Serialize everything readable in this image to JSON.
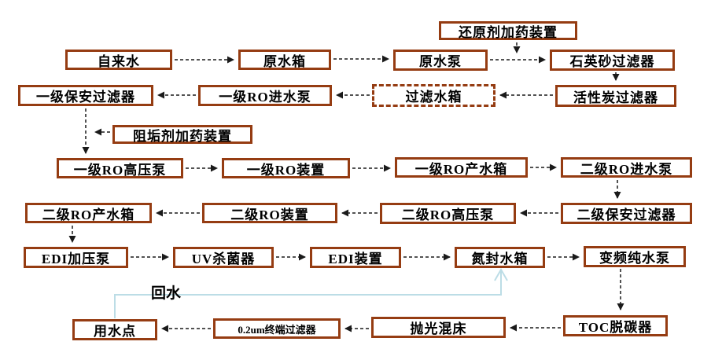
{
  "diagram": {
    "name": "water-treatment-process-flowchart",
    "return_line_label": "回水",
    "colors": {
      "box_border": "#953c12",
      "arrow": "#1a1a1a",
      "return_line": "#bcdde6",
      "text": "#000000",
      "background": "#ffffff"
    },
    "nodes": [
      {
        "id": "tap-water",
        "label": "自来水"
      },
      {
        "id": "raw-water-tank",
        "label": "原水箱"
      },
      {
        "id": "raw-water-pump",
        "label": "原水泵"
      },
      {
        "id": "quartz-sand-filter",
        "label": "石英砂过滤器"
      },
      {
        "id": "reducing-agent-dosing-device",
        "label": "还原剂加药装置"
      },
      {
        "id": "stage1-security-filter",
        "label": "一级保安过滤器"
      },
      {
        "id": "stage1-ro-feed-pump",
        "label": "一级RO进水泵"
      },
      {
        "id": "filtered-water-tank",
        "label": "过滤水箱"
      },
      {
        "id": "activated-carbon-filter",
        "label": "活性炭过滤器"
      },
      {
        "id": "antiscalant-dosing-device",
        "label": "阻垢剂加药装置"
      },
      {
        "id": "stage1-ro-high-pressure-pump",
        "label": "一级RO高压泵"
      },
      {
        "id": "stage1-ro-unit",
        "label": "一级RO装置"
      },
      {
        "id": "stage1-ro-product-tank",
        "label": "一级RO产水箱"
      },
      {
        "id": "stage2-ro-feed-pump",
        "label": "二级RO进水泵"
      },
      {
        "id": "stage2-ro-product-tank",
        "label": "二级RO产水箱"
      },
      {
        "id": "stage2-ro-unit",
        "label": "二级RO装置"
      },
      {
        "id": "stage2-ro-high-pressure-pump",
        "label": "二级RO高压泵"
      },
      {
        "id": "stage2-security-filter",
        "label": "二级保安过滤器"
      },
      {
        "id": "edi-boost-pump",
        "label": "EDI加压泵"
      },
      {
        "id": "uv-sterilizer",
        "label": "UV杀菌器"
      },
      {
        "id": "edi-unit",
        "label": "EDI装置"
      },
      {
        "id": "nitrogen-sealed-tank",
        "label": "氮封水箱"
      },
      {
        "id": "vfd-pure-water-pump",
        "label": "变频纯水泵"
      },
      {
        "id": "use-point",
        "label": "用水点"
      },
      {
        "id": "terminal-filter-02um",
        "label": "0.2um终端过滤器"
      },
      {
        "id": "polishing-mixed-bed",
        "label": "抛光混床"
      },
      {
        "id": "toc-decarbonizer",
        "label": "TOC脱碳器"
      }
    ]
  }
}
